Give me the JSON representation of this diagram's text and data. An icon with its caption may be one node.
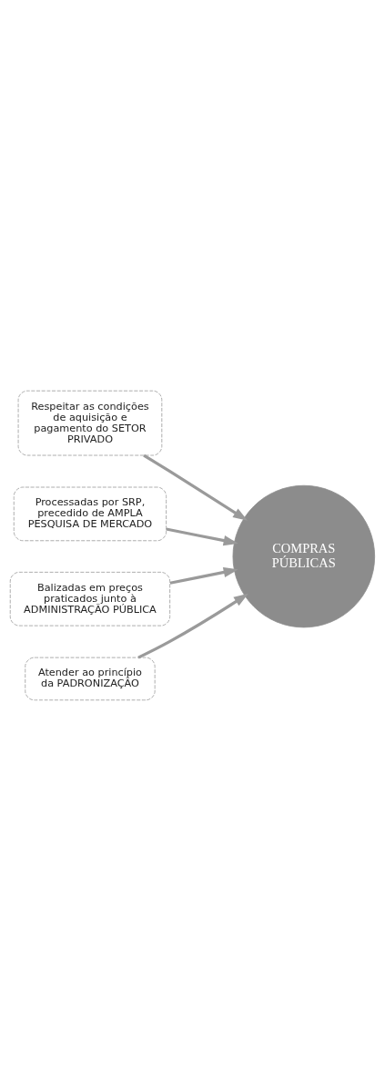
{
  "diagram": {
    "nodes": [
      {
        "text": [
          "Respeitar as condições de aquisição e pagamento do SETOR PRIVADO"
        ]
      },
      {
        "text": [
          "Processadas por SRP, precedido de AMPLA PESQUISA DE MERCADO"
        ]
      },
      {
        "text": [
          "Balizadas em preços praticados junto à ADMINISTRAÇÃO PÚBLICA"
        ]
      },
      {
        "text": [
          "Atender ao princípio da PADRONIZAÇÃO"
        ]
      },
      {
        "text": [
          "COMPRAS PÚBLICAS"
        ]
      }
    ],
    "edges": [
      {
        "from": 0,
        "to": 4,
        "arrow": "to"
      },
      {
        "from": 1,
        "to": 4,
        "arrow": "to"
      },
      {
        "from": 2,
        "to": 4,
        "arrow": "to"
      },
      {
        "from": 3,
        "to": 4,
        "arrow": "to"
      }
    ]
  }
}
